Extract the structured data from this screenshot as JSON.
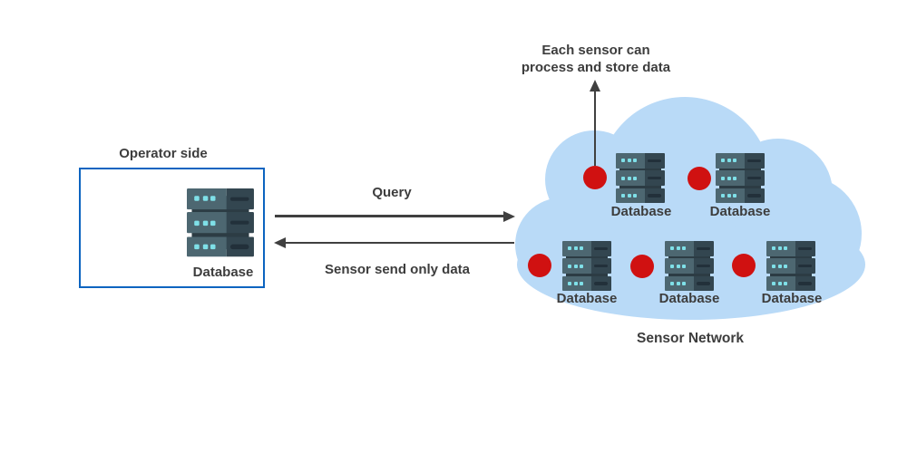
{
  "title": "Sensor network architecture diagram",
  "palette": {
    "text": "#3d3d3d",
    "arrow": "#404040",
    "operator_box_border": "#0c64c0",
    "cloud_fill": "#b9daf7",
    "sensor_red": "#d01111",
    "server_light": "#4d6771",
    "server_dark": "#334650",
    "server_connector": "#2c3c44",
    "server_led_cyan": "#7fe0e8",
    "server_slot_dark": "#22303a"
  },
  "operator": {
    "title": "Operator side",
    "database_label": "Database"
  },
  "links": {
    "query_label": "Query",
    "response_label": "Sensor send only data"
  },
  "annotation": {
    "line1": "Each sensor can",
    "line2": "process and store data"
  },
  "sensor_network": {
    "label": "Sensor Network",
    "nodes": [
      {
        "label": "Database"
      },
      {
        "label": "Database"
      },
      {
        "label": "Database"
      },
      {
        "label": "Database"
      },
      {
        "label": "Database"
      }
    ]
  },
  "icons": {
    "database_icon": "stacked-server-rack with cyan LEDs",
    "sensor_icon": "solid red circle",
    "arrow_icon": "dark gray arrow"
  }
}
